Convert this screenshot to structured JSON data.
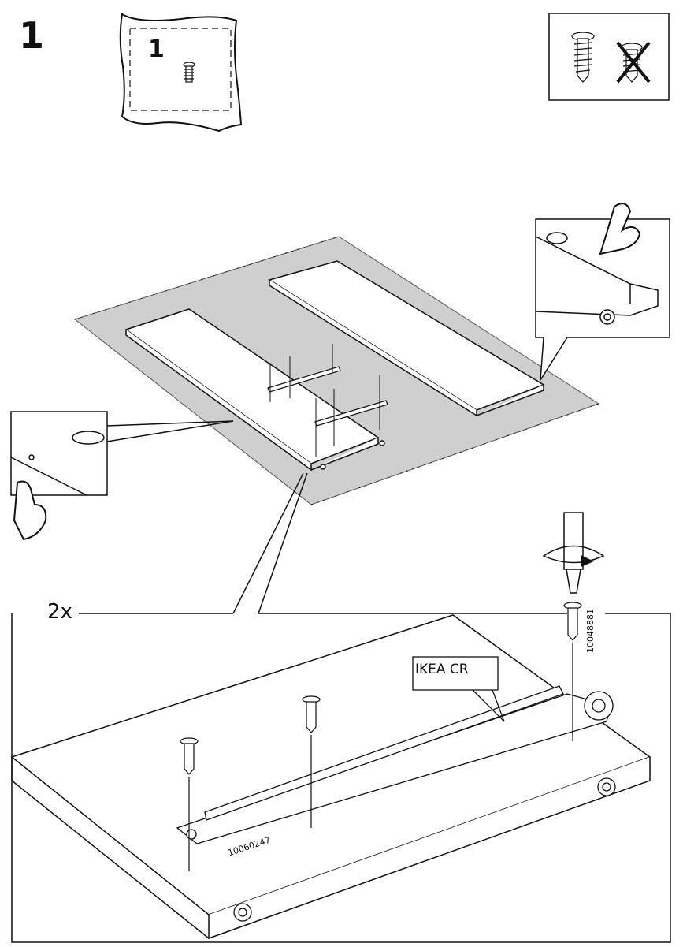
{
  "step": {
    "number": "1"
  },
  "parts_bag": {
    "label": "1",
    "icon": "parts-bag-icon"
  },
  "screw_notice": {
    "correct_icon": "screw-icon",
    "wrong_icon": "crossed-screw-icon"
  },
  "detail": {
    "multiplier": "2x",
    "rail_label": "IKEA CR",
    "screw_part_number": "10048881",
    "rail_part_number": "10060247"
  },
  "colors": {
    "line": "#111111",
    "floor": "#cfcfcf",
    "board": "#ffffff"
  }
}
